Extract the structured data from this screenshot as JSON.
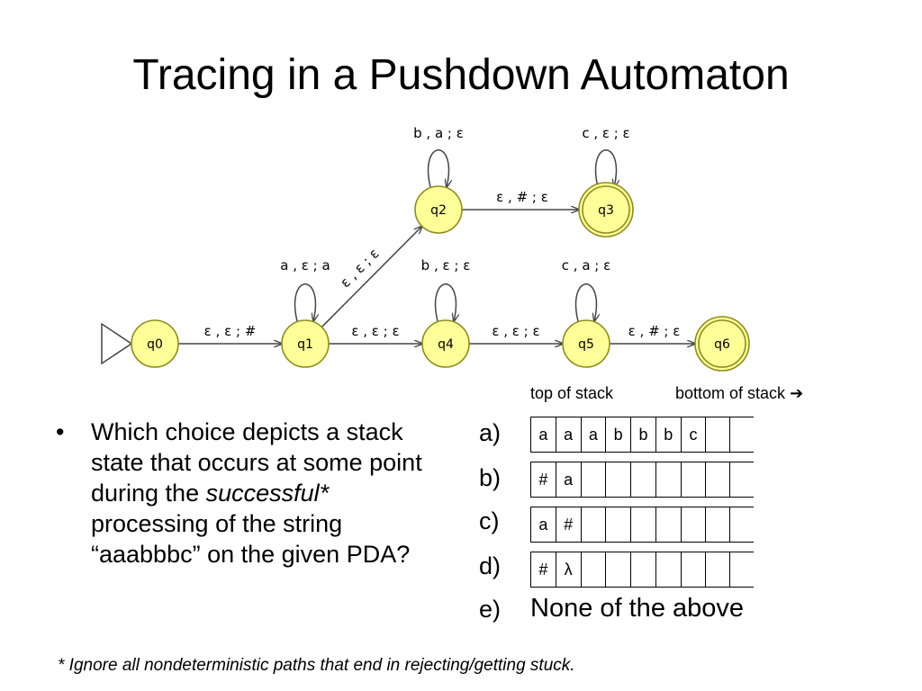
{
  "title": "Tracing in a Pushdown Automaton",
  "diagram": {
    "states": [
      {
        "id": "q0",
        "label": "q0",
        "start": true,
        "accepting": false
      },
      {
        "id": "q1",
        "label": "q1",
        "start": false,
        "accepting": false
      },
      {
        "id": "q2",
        "label": "q2",
        "start": false,
        "accepting": false
      },
      {
        "id": "q3",
        "label": "q3",
        "start": false,
        "accepting": true
      },
      {
        "id": "q4",
        "label": "q4",
        "start": false,
        "accepting": false
      },
      {
        "id": "q5",
        "label": "q5",
        "start": false,
        "accepting": false
      },
      {
        "id": "q6",
        "label": "q6",
        "start": false,
        "accepting": true
      }
    ],
    "transitions": [
      {
        "from": "q0",
        "to": "q1",
        "label": "ε , ε ; #"
      },
      {
        "from": "q1",
        "to": "q1",
        "label": "a , ε ; a"
      },
      {
        "from": "q1",
        "to": "q2",
        "label": "ε , ε ; ε"
      },
      {
        "from": "q1",
        "to": "q4",
        "label": "ε , ε ; ε"
      },
      {
        "from": "q2",
        "to": "q2",
        "label": "b , a ; ε"
      },
      {
        "from": "q2",
        "to": "q3",
        "label": "ε , # ; ε"
      },
      {
        "from": "q3",
        "to": "q3",
        "label": "c , ε ; ε"
      },
      {
        "from": "q4",
        "to": "q4",
        "label": "b , ε ; ε"
      },
      {
        "from": "q4",
        "to": "q5",
        "label": "ε , ε ; ε"
      },
      {
        "from": "q5",
        "to": "q5",
        "label": "c , a ; ε"
      },
      {
        "from": "q5",
        "to": "q6",
        "label": "ε , # ; ε"
      }
    ],
    "colors": {
      "state_fill": "#ffff99",
      "state_stroke": "#8c8c1e",
      "edge": "#444444"
    }
  },
  "question": {
    "bullet": "•",
    "line_1": "Which choice depicts a stack state that occurs at some point during the ",
    "emphasis": "successful*",
    "line_2": " processing of the string “aaabbbc” on the given PDA?"
  },
  "stack_headers": {
    "top": "top of stack",
    "bottom": "bottom of stack",
    "bottom_arrow": "➔"
  },
  "choices": [
    {
      "letter": "a)",
      "cells": [
        "a",
        "a",
        "a",
        "b",
        "b",
        "b",
        "c",
        "",
        ""
      ]
    },
    {
      "letter": "b)",
      "cells": [
        "#",
        "a",
        "",
        "",
        "",
        "",
        "",
        "",
        ""
      ]
    },
    {
      "letter": "c)",
      "cells": [
        "a",
        "#",
        "",
        "",
        "",
        "",
        "",
        "",
        ""
      ]
    },
    {
      "letter": "d)",
      "cells": [
        "#",
        "λ",
        "",
        "",
        "",
        "",
        "",
        "",
        ""
      ]
    },
    {
      "letter": "e)",
      "text": "None of the above"
    }
  ],
  "footnote": "* Ignore all nondeterministic paths that end in rejecting/getting stuck."
}
